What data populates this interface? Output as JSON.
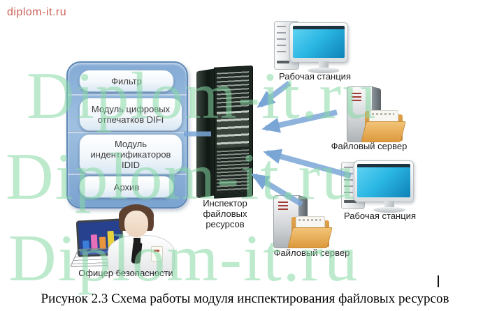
{
  "page": {
    "logo_text": "diplom-it.ru",
    "watermark_text": "Diplom-it.ru",
    "caption": "Рисунок 2.3 Схема работы модуля инспектирования файловых ресурсов"
  },
  "module_box": {
    "items": [
      {
        "label": "Фильтр"
      },
      {
        "label": "Модуль цифровых отпечатков DIFI"
      },
      {
        "label": "Модуль индентификаторов IDID"
      },
      {
        "label": "Архив"
      }
    ]
  },
  "inspector": {
    "label": "Инспектор файловых ресурсов"
  },
  "devices": [
    {
      "id": "workstation-1",
      "type": "workstation",
      "label": "Рабочая станция"
    },
    {
      "id": "file-server-1",
      "type": "file-server",
      "label": "Файловый сервер"
    },
    {
      "id": "workstation-2",
      "type": "workstation",
      "label": "Рабочая станция"
    },
    {
      "id": "file-server-2",
      "type": "file-server",
      "label": "Файловый сервер"
    }
  ],
  "officer": {
    "label": "Офицер безопасности"
  },
  "colors": {
    "arrow_blue": "#7aa6d6",
    "box_blue": "#7ba3d0",
    "watermark_green": "#86d9a4",
    "logo_red": "#cd6257",
    "folder_orange": "#e6a94f",
    "screen_cyan": "#2bb7e3"
  }
}
